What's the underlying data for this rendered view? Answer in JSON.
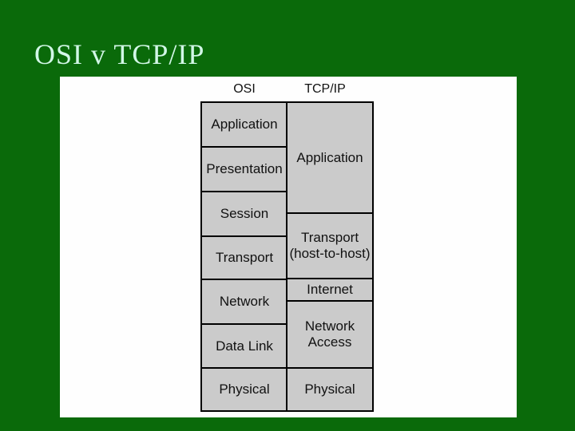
{
  "slide": {
    "title": "OSI v TCP/IP"
  },
  "diagram": {
    "osi_header": "OSI",
    "tcpip_header": "TCP/IP",
    "osi_layers": [
      "Application",
      "Presentation",
      "Session",
      "Transport",
      "Network",
      "Data Link",
      "Physical"
    ],
    "tcpip_layers": [
      "Application",
      "Transport\n(host-to-host)",
      "Internet",
      "Network\nAccess",
      "Physical"
    ]
  },
  "colors": {
    "background": "#0a6a0a",
    "title": "#d2f7e7",
    "canvas": "#fefefe",
    "box_fill": "#cbcbcb",
    "border": "#000000",
    "label": "#111111"
  }
}
